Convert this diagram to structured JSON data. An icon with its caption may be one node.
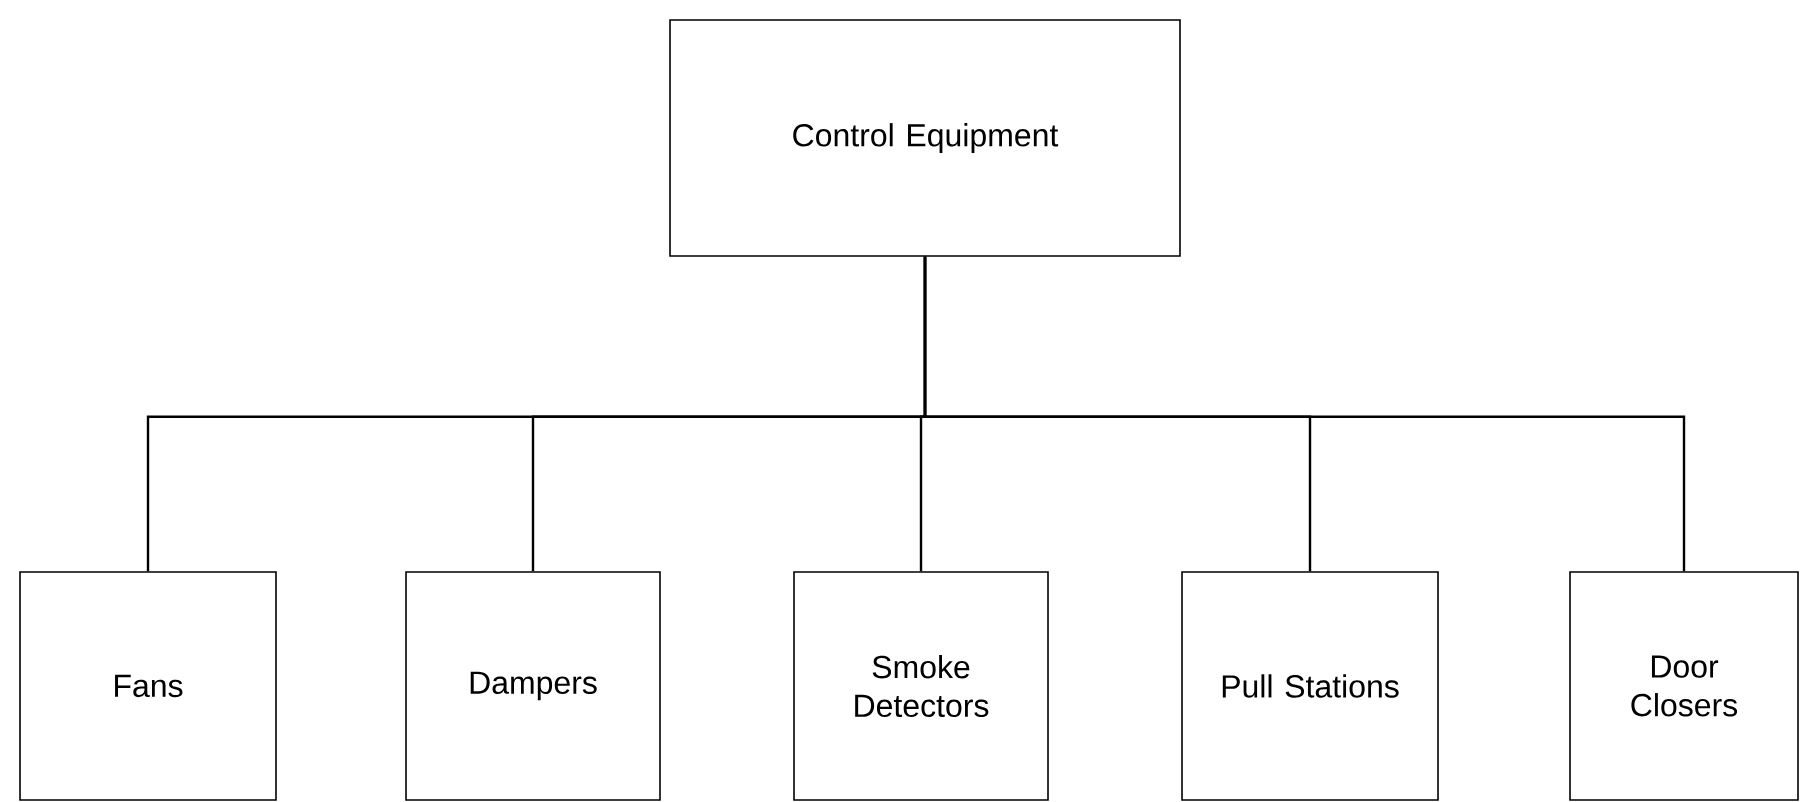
{
  "diagram": {
    "nodes": [
      {
        "text": [
          "Control Equipment"
        ]
      },
      {
        "text": [
          "Fans"
        ]
      },
      {
        "text": [
          "Dampers"
        ]
      },
      {
        "text": [
          "Smoke Detectors"
        ]
      },
      {
        "text": [
          "Pull Stations"
        ]
      },
      {
        "text": [
          "Door Closers"
        ]
      }
    ],
    "edges": [
      {
        "from": 0,
        "to": 1,
        "arrow": "none"
      },
      {
        "from": 0,
        "to": 2,
        "arrow": "none"
      },
      {
        "from": 0,
        "to": 3,
        "arrow": "none"
      },
      {
        "from": 0,
        "to": 4,
        "arrow": "none"
      },
      {
        "from": 0,
        "to": 5,
        "arrow": "none"
      }
    ]
  }
}
